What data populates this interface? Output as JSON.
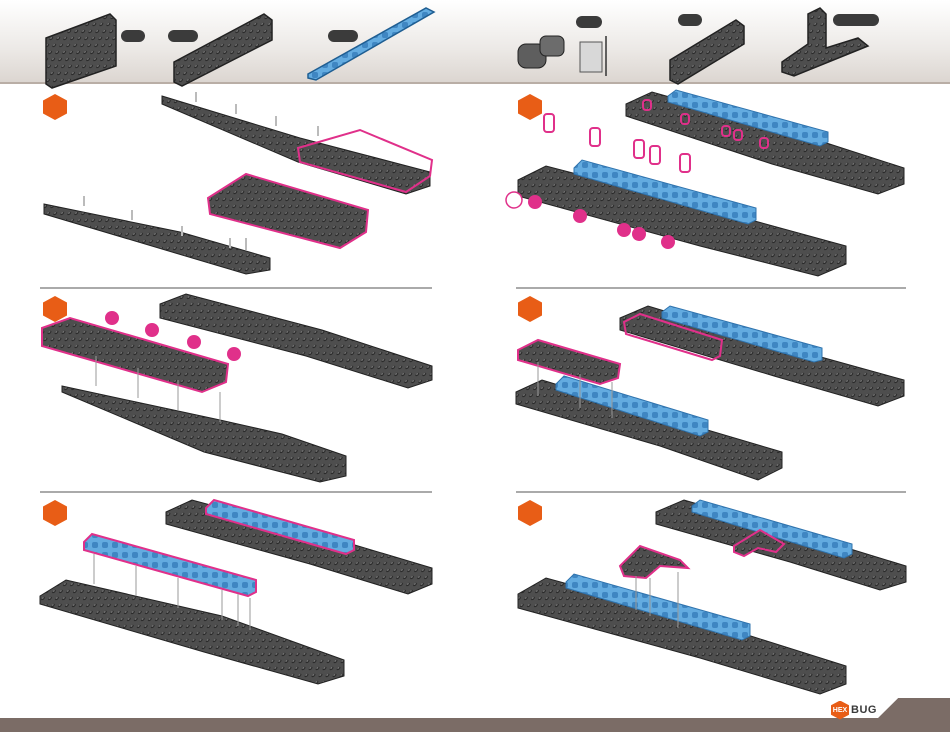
{
  "colors": {
    "step_badge": "#e85d16",
    "plate_gray": "#5a5a5a",
    "beam_blue": "#5aa6de",
    "highlight_pink": "#e0308a",
    "footer_brown": "#7b6c66"
  },
  "parts_header": {
    "parts": [
      {
        "icon": "gray-plate-large-icon"
      },
      {
        "icon": "gray-plate-large-icon"
      },
      {
        "icon": "blue-beam-long-icon"
      },
      {
        "icon": "axle-connector-icon"
      },
      {
        "icon": "gray-plate-medium-icon"
      },
      {
        "icon": "gray-l-bracket-icon"
      }
    ]
  },
  "steps": [
    {
      "id": "left-1",
      "badge_icon": "hexagon-step-icon"
    },
    {
      "id": "left-2",
      "badge_icon": "hexagon-step-icon"
    },
    {
      "id": "left-3",
      "badge_icon": "hexagon-step-icon"
    },
    {
      "id": "right-1",
      "badge_icon": "hexagon-step-icon"
    },
    {
      "id": "right-2",
      "badge_icon": "hexagon-step-icon"
    },
    {
      "id": "right-3",
      "badge_icon": "hexagon-step-icon"
    }
  ],
  "brand": {
    "logo_left": "HEX",
    "logo_right": "BUG"
  }
}
